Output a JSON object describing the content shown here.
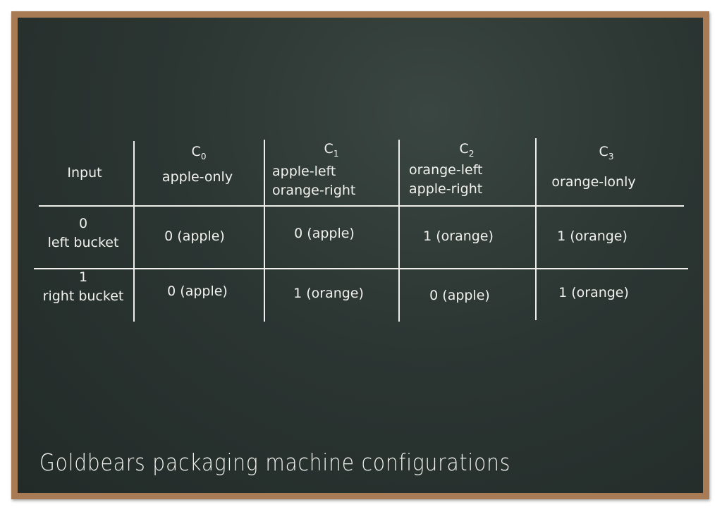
{
  "table": {
    "header": {
      "input": "Input",
      "columns": [
        {
          "id_letter": "C",
          "id_sub": "0",
          "lines": [
            "apple-only"
          ]
        },
        {
          "id_letter": "C",
          "id_sub": "1",
          "lines": [
            "apple-left",
            "orange-right"
          ]
        },
        {
          "id_letter": "C",
          "id_sub": "2",
          "lines": [
            "orange-left",
            "apple-right"
          ]
        },
        {
          "id_letter": "C",
          "id_sub": "3",
          "lines": [
            "orange-lonly"
          ]
        }
      ]
    },
    "rows": [
      {
        "input": [
          "0",
          "left bucket"
        ],
        "cells": [
          "0 (apple)",
          "0 (apple)",
          "1 (orange)",
          "1 (orange)"
        ]
      },
      {
        "input": [
          "1",
          "right bucket"
        ],
        "cells": [
          "0 (apple)",
          "1 (orange)",
          "0 (apple)",
          "1 (orange)"
        ]
      }
    ]
  },
  "caption": "Goldbears packaging machine configurations"
}
